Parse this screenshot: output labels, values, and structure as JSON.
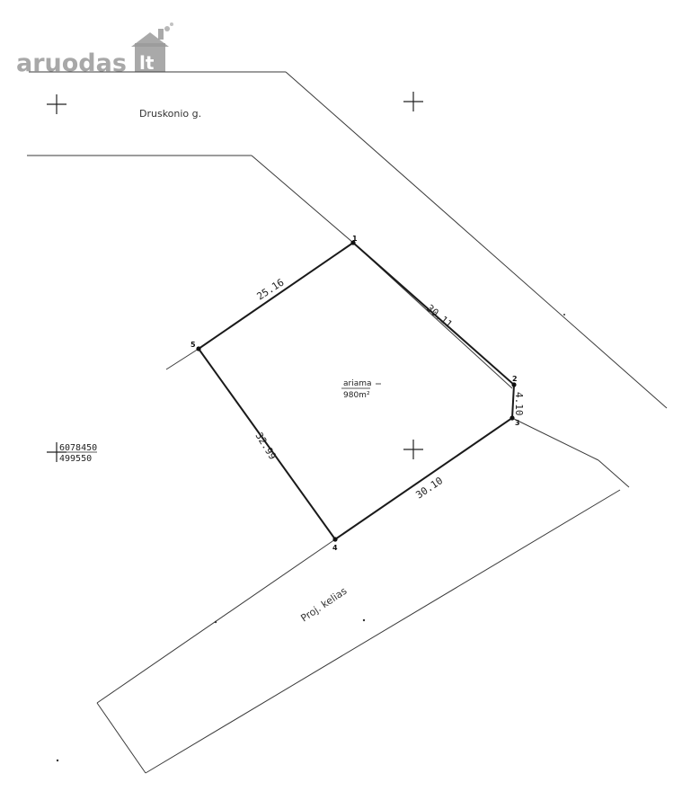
{
  "watermark": {
    "brand": "aruodas",
    "tld": "lt",
    "color": "#9a9a9a"
  },
  "streets": {
    "top": "Druskonio g.",
    "bottom": "Proj. kelias"
  },
  "parcel": {
    "vertices": [
      "1",
      "2",
      "3",
      "4",
      "5"
    ],
    "sides": {
      "s1_2": "30.11",
      "s2_3": "4.10",
      "s3_4": "30.10",
      "s4_5": "32.99",
      "s5_1": "25.16"
    },
    "use_label": "ariama",
    "area": "980m²"
  },
  "coordinates": {
    "northing": "6078450",
    "easting": "499550"
  },
  "colors": {
    "line": "#1a1a1a",
    "background": "#ffffff"
  }
}
